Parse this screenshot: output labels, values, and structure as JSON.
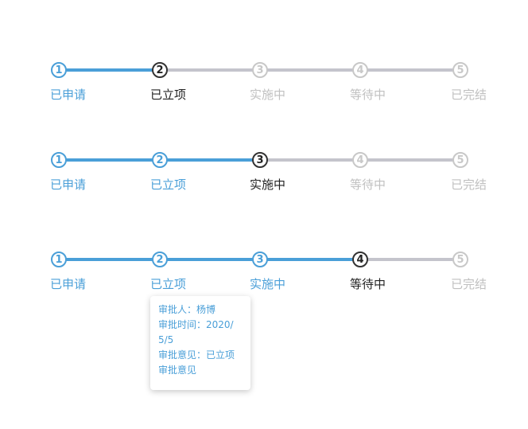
{
  "steppers": [
    {
      "steps": [
        {
          "number": "1",
          "label": "已申请",
          "state": "done"
        },
        {
          "number": "2",
          "label": "已立项",
          "state": "current"
        },
        {
          "number": "3",
          "label": "实施中",
          "state": "wait"
        },
        {
          "number": "4",
          "label": "等待中",
          "state": "wait"
        },
        {
          "number": "5",
          "label": "已完结",
          "state": "wait"
        }
      ]
    },
    {
      "steps": [
        {
          "number": "1",
          "label": "已申请",
          "state": "done"
        },
        {
          "number": "2",
          "label": "已立项",
          "state": "done"
        },
        {
          "number": "3",
          "label": "实施中",
          "state": "current"
        },
        {
          "number": "4",
          "label": "等待中",
          "state": "wait"
        },
        {
          "number": "5",
          "label": "已完结",
          "state": "wait"
        }
      ]
    },
    {
      "steps": [
        {
          "number": "1",
          "label": "已申请",
          "state": "done"
        },
        {
          "number": "2",
          "label": "已立项",
          "state": "done"
        },
        {
          "number": "3",
          "label": "实施中",
          "state": "done"
        },
        {
          "number": "4",
          "label": "等待中",
          "state": "current"
        },
        {
          "number": "5",
          "label": "已完结",
          "state": "wait"
        }
      ]
    }
  ],
  "tooltip": {
    "approver": "审批人：杨博",
    "approval_time": "审批时间：2020/5/5",
    "approval_opinion": "审批意见：已立项审批意见"
  },
  "colors": {
    "done": "#4a9fd8",
    "current": "#222222",
    "wait": "#c8c8c8"
  }
}
